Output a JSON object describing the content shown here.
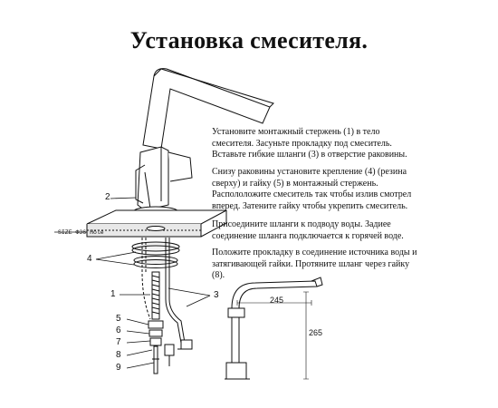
{
  "title": "Установка смесителя.",
  "paragraphs": [
    {
      "lines": [
        "Установите монтажный стержень (1) в тело",
        "смесителя. Засуньте прокладку под смеситель.",
        "Вставьте гибкие шланги (3) в отверстие раковины."
      ]
    },
    {
      "lines": [
        "Снизу раковины установите крепление (4) (резина",
        "сверху) и гайку (5) в монтажный стержень.",
        "Распололожите смеситель так чтобы излив смотрел",
        "вперед. Затените гайку чтобы укрепить смеситель."
      ]
    },
    {
      "lines": [
        "Присоедините шланги к подводу воды. Задиее",
        "соединение шланга подключается к горячей воде."
      ]
    },
    {
      "lines": [
        "Положите прокладку в соединение источника воды и",
        "затягивающей гайки. Протяните шланг через гайку",
        "(8)."
      ]
    }
  ],
  "diagram": {
    "size_label": "SIZE Φ36 Hole",
    "part_numbers": [
      "1",
      "2",
      "3",
      "4",
      "5",
      "6",
      "7",
      "8",
      "9"
    ],
    "dimensions": {
      "width": "245",
      "height": "265"
    }
  }
}
